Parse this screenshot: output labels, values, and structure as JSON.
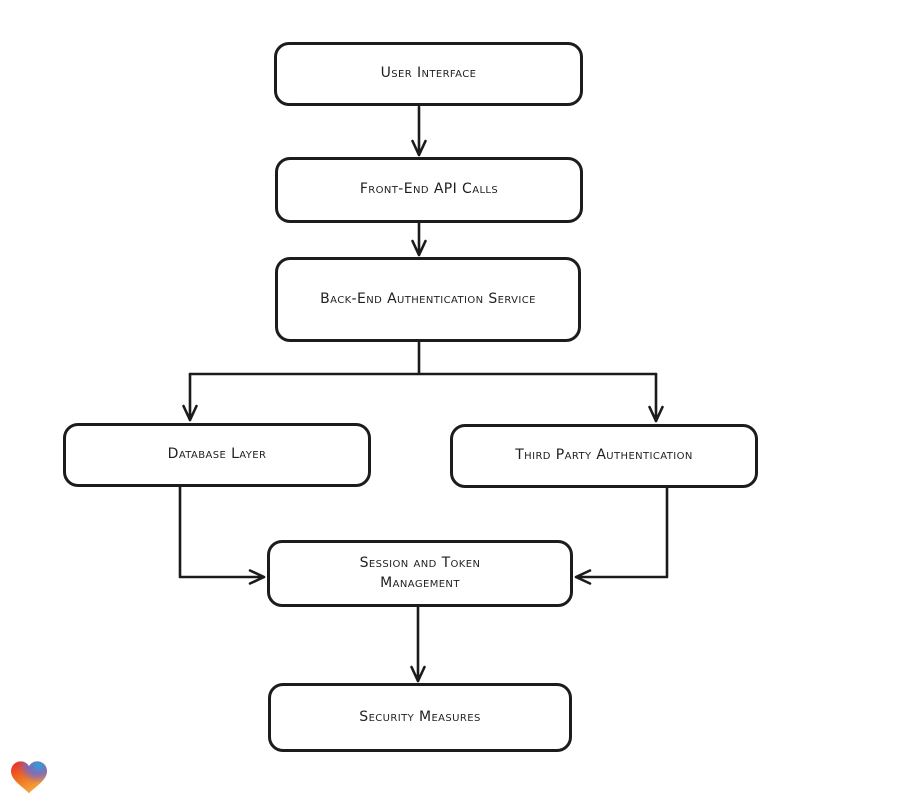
{
  "canvas": {
    "background": "#ffffff",
    "stroke_color": "#1b1b1b",
    "text_color": "#1f1f1f"
  },
  "diagram": {
    "nodes": [
      {
        "id": "user-interface",
        "label": "User Interface"
      },
      {
        "id": "front-end-api-calls",
        "label": "Front-End API Calls"
      },
      {
        "id": "back-end-authentication-service",
        "label": "Back-End Authentication Service"
      },
      {
        "id": "database-layer",
        "label": "Database Layer"
      },
      {
        "id": "third-party-authentication",
        "label": "Third Party Authentication"
      },
      {
        "id": "session-and-token-management",
        "label": "Session and Token Management"
      },
      {
        "id": "security-measures",
        "label": "Security Measures"
      }
    ],
    "edges": [
      {
        "from": "user-interface",
        "to": "front-end-api-calls"
      },
      {
        "from": "front-end-api-calls",
        "to": "back-end-authentication-service"
      },
      {
        "from": "back-end-authentication-service",
        "to": "database-layer"
      },
      {
        "from": "back-end-authentication-service",
        "to": "third-party-authentication"
      },
      {
        "from": "database-layer",
        "to": "session-and-token-management"
      },
      {
        "from": "third-party-authentication",
        "to": "session-and-token-management"
      },
      {
        "from": "session-and-token-management",
        "to": "security-measures"
      }
    ]
  },
  "watermark": {
    "icon": "heart-icon",
    "colors": {
      "red": "#e8262d",
      "blue": "#29a3dc",
      "purple": "#6a6bd8",
      "orange": "#f7a83c"
    }
  }
}
